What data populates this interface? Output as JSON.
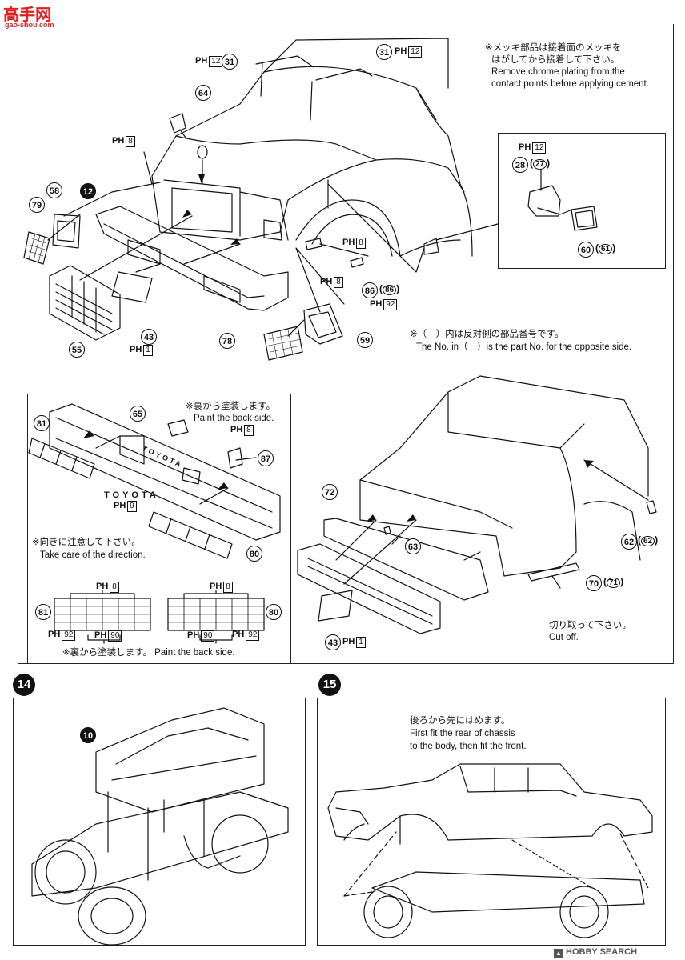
{
  "watermark": {
    "site_logo_glyphs": "高手网",
    "site_url": "gao-shou.com",
    "brand_icon": "hobby-search-logo-icon",
    "brand_text": "HOBBY SEARCH"
  },
  "step_numbers": {
    "step14": "14",
    "step15": "15"
  },
  "notes": {
    "chrome_jp": "※メッキ部品は接着面のメッキを",
    "chrome_jp2": "はがしてから接着して下さい。",
    "chrome_en1": "Remove chrome plating from the",
    "chrome_en2": "contact points before applying cement.",
    "opposite_jp": "※（　）内は反対側の部品番号です。",
    "opposite_en": "The No. in（　）is the part No. for the opposite side.",
    "paint_back_jp": "※裏から塗装します。",
    "paint_back_en": "Paint the back side.",
    "direction_jp": "※向きに注意して下さい。",
    "direction_en": "Take care of the direction.",
    "paint_back_bottom": "※裏から塗装します。 Paint the back side.",
    "cut_jp": "切り取って下さい。",
    "cut_en": "Cut off.",
    "rear_jp": "後ろから先にはめます。",
    "rear_en1": "First fit the rear of chassis",
    "rear_en2": "to the body, then fit the front."
  },
  "grille_text": {
    "toyota_upper": "TOYOTA",
    "toyota_lower": "TOYOTA"
  },
  "parts": {
    "p31a": "31",
    "p31b": "31",
    "p64": "64",
    "p12": "12",
    "p58": "58",
    "p79": "79",
    "p55": "55",
    "p43a": "43",
    "p78": "78",
    "p59": "59",
    "p86": "86",
    "p86r": "86",
    "p28": "28",
    "p27": "27",
    "p60": "60",
    "p61": "61",
    "p65": "65",
    "p81a": "81",
    "p87": "87",
    "p80a": "80",
    "p81b": "81",
    "p80b": "80",
    "p72": "72",
    "p63": "63",
    "p62": "62",
    "p62r": "62",
    "p70": "70",
    "p71": "71",
    "p43b": "43",
    "p10": "10"
  },
  "paint_codes": {
    "prefix": "PH",
    "c12": "12",
    "c8": "8",
    "c1": "1",
    "c92": "92",
    "c90": "90",
    "c9": "9"
  }
}
